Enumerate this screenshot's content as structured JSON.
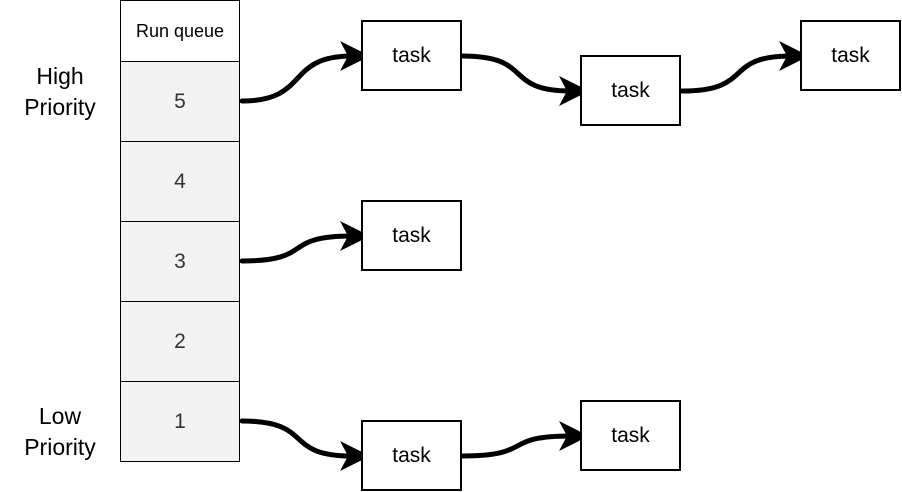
{
  "labels": {
    "high": [
      "High",
      "Priority"
    ],
    "low": [
      "Low",
      "Priority"
    ]
  },
  "run_queue": {
    "header": "Run queue",
    "levels": [
      "5",
      "4",
      "3",
      "2",
      "1"
    ]
  },
  "tasks": {
    "level5": [
      "task",
      "task",
      "task"
    ],
    "level3": [
      "task"
    ],
    "level1": [
      "task",
      "task"
    ]
  },
  "colors": {
    "queue_fill": "#f3f3f3",
    "header_fill": "#ffffff",
    "stroke": "#000000",
    "level_text": "#333333"
  }
}
